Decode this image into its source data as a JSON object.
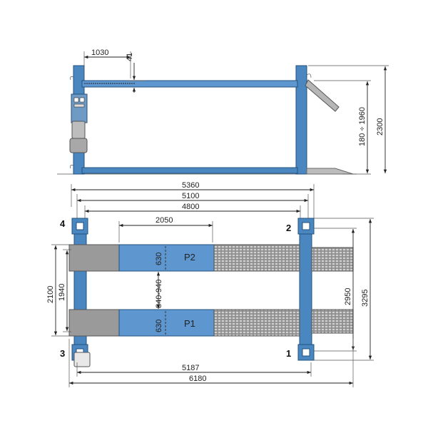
{
  "colors": {
    "lift_blue": "#4a86c0",
    "ramp_grey": "#9a9a9a",
    "grating": "#7a7a7a"
  },
  "side_view": {
    "dim_1030": "1030",
    "dim_41": "41",
    "dim_180_1960": "180 ÷ 1960",
    "dim_2300": "2300"
  },
  "top_view": {
    "dim_5360": "5360",
    "dim_5100": "5100",
    "dim_4800": "4800",
    "dim_2050": "2050",
    "dim_2100": "2100",
    "dim_1940": "1940",
    "dim_630_top": "630",
    "dim_840_940": "840-940",
    "dim_630_bottom": "630",
    "dim_2950": "2950",
    "dim_3295": "3295",
    "dim_5187": "5187",
    "dim_6180": "6180",
    "platform_p2": "P2",
    "platform_p1": "P1",
    "post_1": "1",
    "post_2": "2",
    "post_3": "3",
    "post_4": "4"
  }
}
